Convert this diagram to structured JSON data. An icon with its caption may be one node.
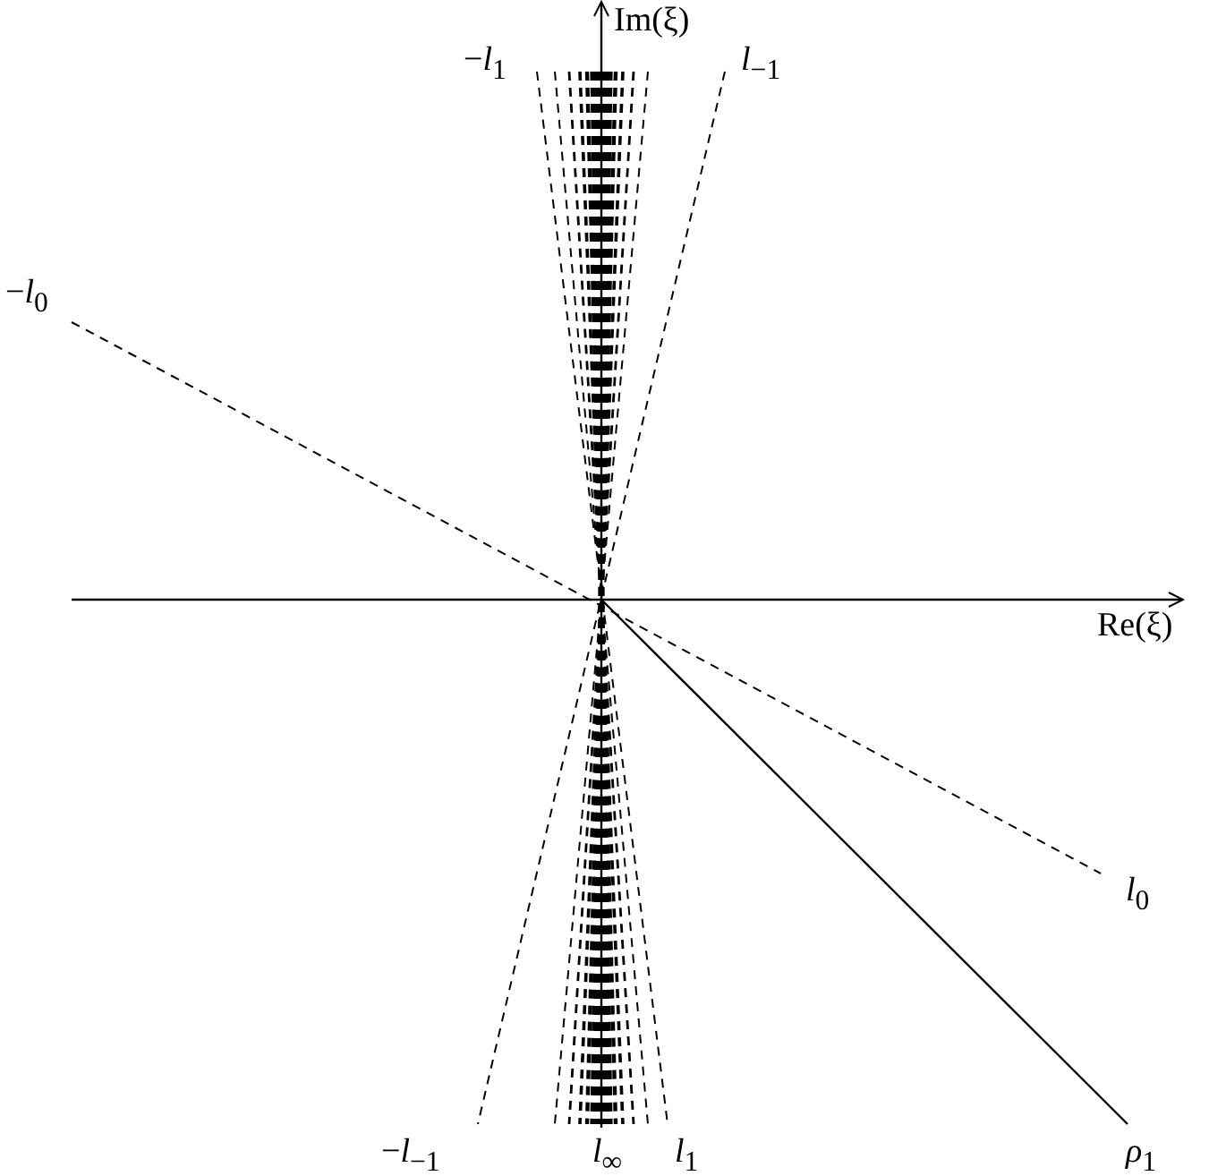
{
  "diagram": {
    "labels": [
      "Im(ξ)",
      "−*l*$_{1}$",
      "*l*$_{−1}$",
      "−*l*$_{0}$",
      "Re(ξ)",
      "*l*$_{0}$",
      "−*l*$_{−1}$",
      "*l*$_{∞}$",
      "*l*$_{1}$",
      "*ρ*$_{1}$"
    ]
  }
}
